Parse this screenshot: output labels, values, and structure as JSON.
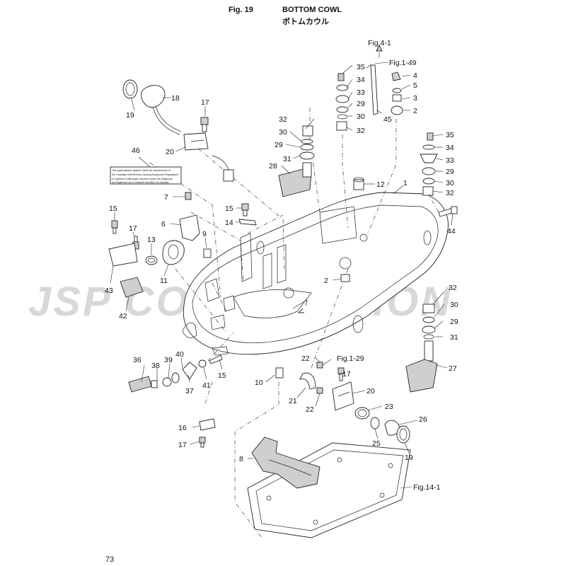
{
  "header": {
    "figure": "Fig. 19",
    "title_en": "BOTTOM COWL",
    "title_jp": "ボトムカウル"
  },
  "page_number": "73",
  "watermark": "JSP CORPORATION",
  "label_46_text": [
    "This spark ignition system meets all requirements of",
    "the Canadian Interference-Causing Equipment Regulations.",
    "Ce système d'allumage respecte toutes les exigences",
    "du Règlement sur le matériel brouilleur du Canada."
  ],
  "figure_refs": {
    "fig_4_1": "Fig.4-1",
    "fig_1_49": "Fig.1-49",
    "fig_1_29": "Fig.1-29",
    "fig_14_1": "Fig.14-1"
  },
  "callouts": {
    "c1": "1",
    "c2a": "2",
    "c2b": "2",
    "c3": "3",
    "c4": "4",
    "c5": "5",
    "c6": "6",
    "c7": "7",
    "c8": "8",
    "c9": "9",
    "c10": "10",
    "c11": "11",
    "c12": "12",
    "c13": "13",
    "c14": "14",
    "c15a": "15",
    "c15b": "15",
    "c15c": "15",
    "c16": "16",
    "c17a": "17",
    "c17b": "17",
    "c17c": "17",
    "c17d": "17",
    "c18": "18",
    "c19a": "19",
    "c19b": "19",
    "c20a": "20",
    "c20b": "20",
    "c21": "21",
    "c22a": "22",
    "c22b": "22",
    "c23": "23",
    "c25": "25",
    "c26": "26",
    "c27": "27",
    "c28": "28",
    "c29a": "29",
    "c29b": "29",
    "c29c": "29",
    "c29d": "29",
    "c30a": "30",
    "c30b": "30",
    "c30c": "30",
    "c30d": "30",
    "c31a": "31",
    "c31b": "31",
    "c32a": "32",
    "c32b": "32",
    "c32c": "32",
    "c32d": "32",
    "c33a": "33",
    "c33b": "33",
    "c34a": "34",
    "c34b": "34",
    "c35a": "35",
    "c35b": "35",
    "c36": "36",
    "c37": "37",
    "c38": "38",
    "c39": "39",
    "c40": "40",
    "c41": "41",
    "c42": "42",
    "c43": "43",
    "c44": "44",
    "c45": "45",
    "c46": "46"
  }
}
